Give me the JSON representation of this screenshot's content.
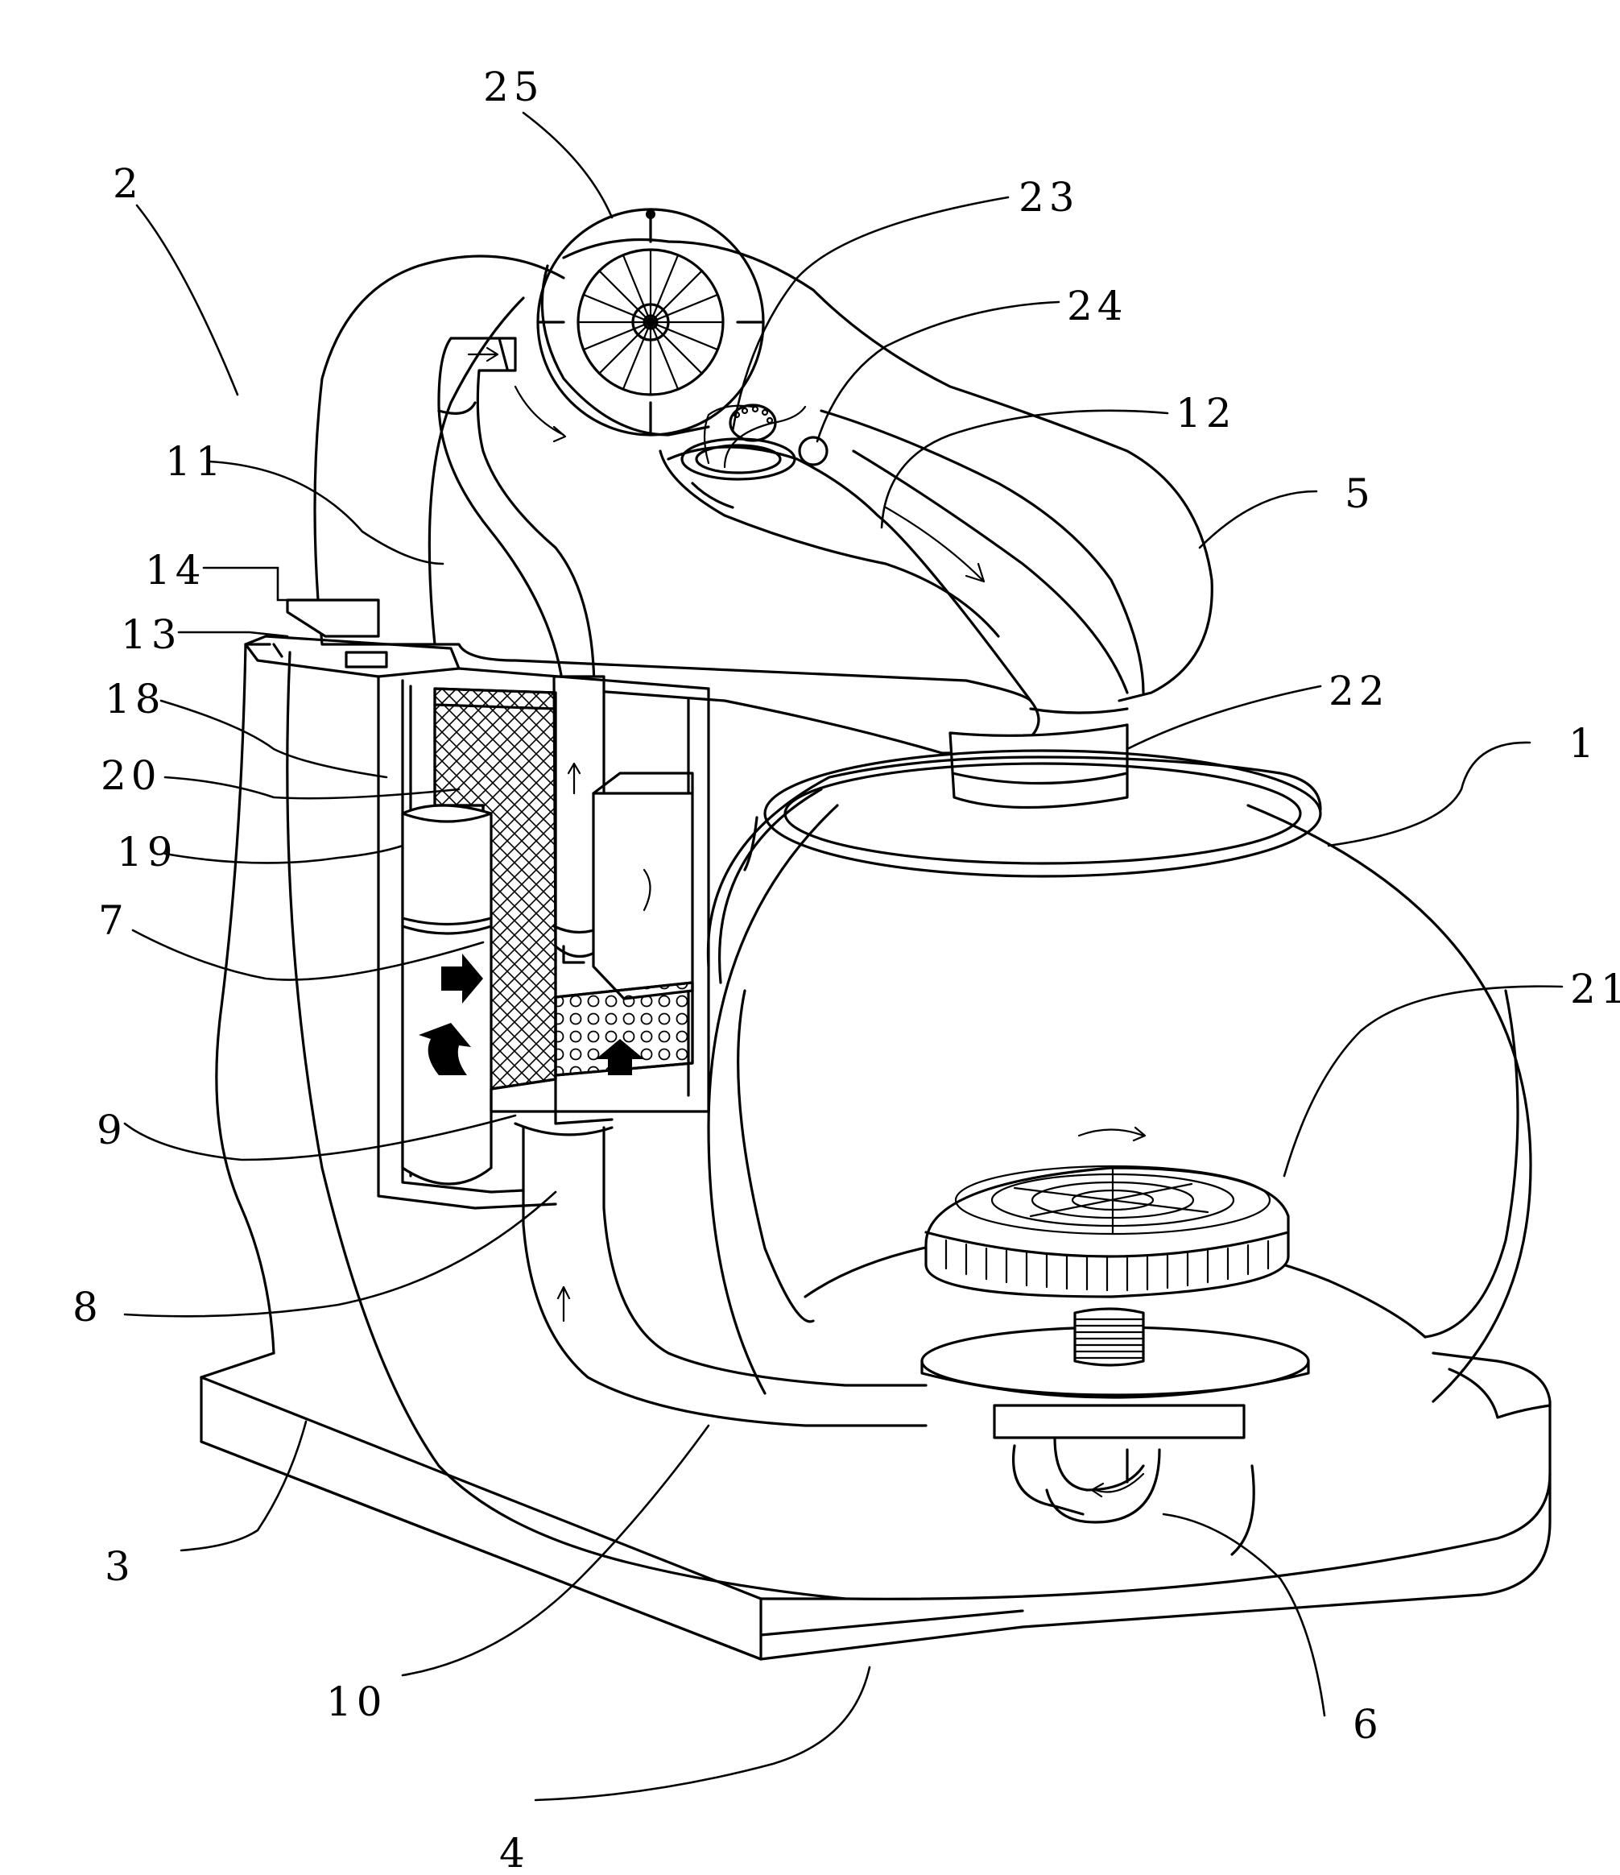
{
  "figure": {
    "labels": {
      "l1": "1",
      "l2": "2",
      "l3": "3",
      "l4": "4",
      "l5": "5",
      "l6": "6",
      "l7": "7",
      "l8": "8",
      "l9": "9",
      "l10": "10",
      "l11": "11",
      "l12": "12",
      "l13": "13",
      "l14": "14",
      "l18": "18",
      "l19": "19",
      "l20": "20",
      "l21": "21",
      "l22": "22",
      "l23": "23",
      "l24": "24",
      "l25": "25"
    }
  }
}
